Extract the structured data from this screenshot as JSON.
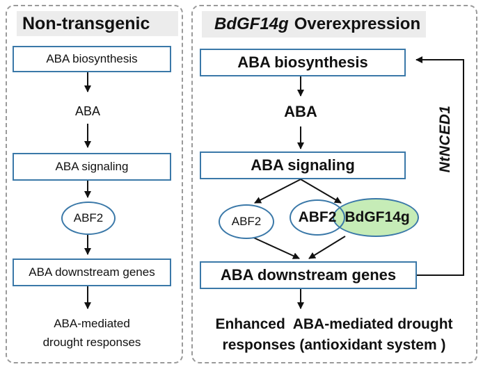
{
  "left": {
    "title": "Non-transgenic",
    "biosynthesis": "ABA biosynthesis",
    "aba": "ABA",
    "signaling": "ABA signaling",
    "abf2": "ABF2",
    "downstream": "ABA downstream genes",
    "response_line1": "ABA-mediated",
    "response_line2": "drought responses"
  },
  "right": {
    "title_gene": "BdGF14g",
    "title_rest": "Overexpression",
    "biosynthesis": "ABA biosynthesis",
    "aba": "ABA",
    "signaling": "ABA signaling",
    "abf2_left": "ABF2",
    "abf2_complex": "ABF2",
    "bdgf14g": "BdGF14g",
    "downstream": "ABA downstream genes",
    "feedback_gene": "NtNCED1",
    "response_line1": "Enhanced  ABA-mediated drought",
    "response_line2": "responses (antioxidant system )"
  },
  "colors": {
    "box_border": "#3a78a8",
    "bdgf14g_fill": "#c6ecb7",
    "title_bg": "#ececec",
    "panel_border": "#9a9a9a"
  }
}
